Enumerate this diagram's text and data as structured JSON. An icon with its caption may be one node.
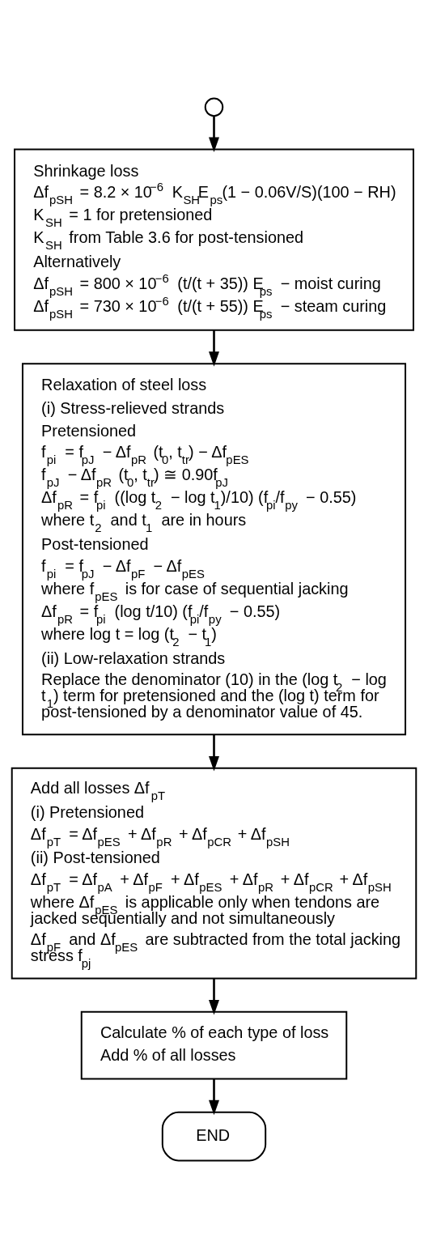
{
  "diagram": {
    "nodes": [
      {
        "text": [],
        "shape": "circle"
      },
      {
        "text": [
          "Shrinkage loss",
          "Δf$_{pSH}$ = 8.2 × 10$^{−6}$ K$_{SH}$E$_{ps}$(1 − 0.06V/S)(100 − RH)",
          "K$_{SH}$ = 1 for pretensioned",
          "K$_{SH}$ from Table 3.6 for post-tensioned",
          "Alternatively",
          "Δf$_{pSH}$ = 800 × 10$^{−6}$ (t/(t + 35)) E$_{ps}$ − moist curing",
          "Δf$_{pSH}$ = 730 × 10$^{−6}$ (t/(t + 55)) E$_{ps}$ − steam curing"
        ]
      },
      {
        "text": [
          "Relaxation of steel loss",
          "(i) Stress-relieved strands",
          "Pretensioned",
          "f$_{pi}$ = f$_{pJ}$ − Δf$_{pR}$ (t$_{0}$, t$_{tr}$) − Δf$_{pES}$",
          "f$_{pJ}$ − Δf$_{pR}$ (t$_{0}$, t$_{tr}$) ≅ 0.90f$_{pJ}$",
          "Δf$_{pR}$ = f$_{pi}$ ((log t$_{2}$ − log t$_{1}$)/10) (f$_{pi}$/f$_{py}$ − 0.55)",
          "where t$_{2}$ and t$_{1}$ are in hours",
          "Post-tensioned",
          "f$_{pi}$ = f$_{pJ}$ − Δf$_{pF}$ − Δf$_{pES}$",
          "where f$_{pES}$ is for case of sequential jacking",
          "Δf$_{pR}$ = f$_{pi}$ (log t/10) (f$_{pi}$/f$_{py}$ − 0.55)",
          "where log t = log (t$_{2}$ − t$_{1}$)",
          "(ii) Low-relaxation strands",
          "Replace the denominator (10) in the (log t$_{2}$ − log t$_{1}$) term for pretensioned and the (log t) term for post-tensioned by a denominator value of 45."
        ]
      },
      {
        "text": [
          "Add all losses Δf$_{pT}$",
          "(i) Pretensioned",
          "Δf$_{pT}$ = Δf$_{pES}$ + Δf$_{pR}$ + Δf$_{pCR}$ + Δf$_{pSH}$",
          "(ii) Post-tensioned",
          "Δf$_{pT}$ = Δf$_{pA}$ + Δf$_{pF}$ + Δf$_{pES}$ + Δf$_{pR}$ + Δf$_{pCR}$ + Δf$_{pSH}$",
          "where Δf$_{pES}$ is applicable only when tendons are jacked sequentially and not simultaneously",
          "Δf$_{pF}$ and Δf$_{pES}$ are subtracted from the total jacking stress f$_{pj}$"
        ]
      },
      {
        "text": [
          "Calculate % of each type of loss",
          "Add % of all losses"
        ]
      },
      {
        "text": [
          "END"
        ]
      }
    ],
    "edges": [
      {
        "from": 0,
        "to": 1,
        "arrow": "to"
      },
      {
        "from": 1,
        "to": 2,
        "arrow": "to"
      },
      {
        "from": 2,
        "to": 3,
        "arrow": "to"
      },
      {
        "from": 3,
        "to": 4,
        "arrow": "to"
      },
      {
        "from": 4,
        "to": 5,
        "arrow": "to"
      }
    ]
  }
}
